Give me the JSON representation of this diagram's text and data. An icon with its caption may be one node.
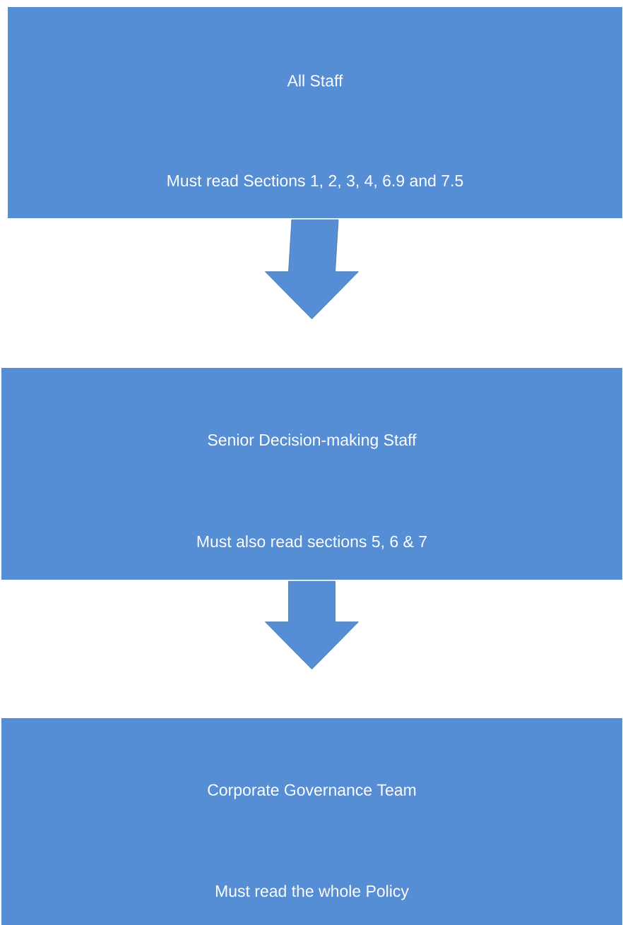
{
  "diagram": {
    "nodes": [
      {
        "text": [
          "All Staff",
          "Must read Sections 1, 2, 3, 4, 6.9 and 7.5"
        ]
      },
      {
        "text": [
          "Senior Decision-making Staff",
          "Must also read sections 5, 6 & 7"
        ]
      },
      {
        "text": [
          "Corporate Governance Team",
          "Must read the whole Policy"
        ]
      }
    ],
    "edges": [
      {
        "from": 0,
        "to": 1,
        "arrow": "to"
      },
      {
        "from": 1,
        "to": 2,
        "arrow": "to"
      }
    ]
  }
}
